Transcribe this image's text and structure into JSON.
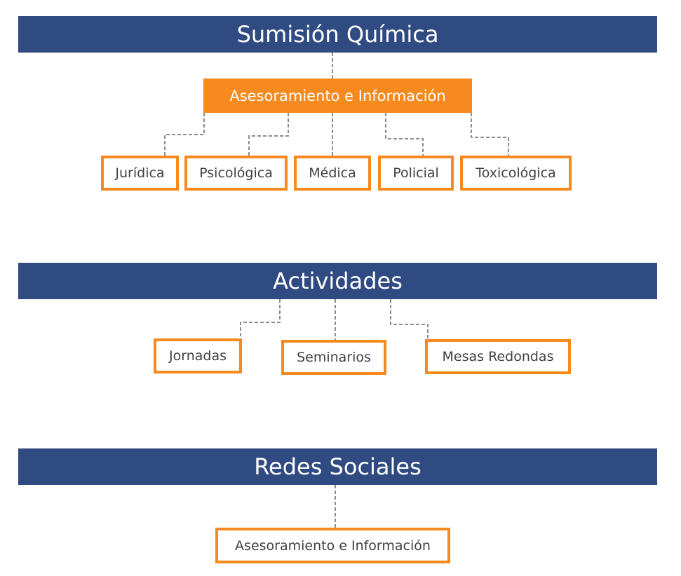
{
  "sections": [
    {
      "title": "Sumisión Química",
      "hub": "Asesoramiento e Información",
      "children": [
        "Jurídica",
        "Psicológica",
        "Médica",
        "Policial",
        "Toxicológica"
      ]
    },
    {
      "title": "Actividades",
      "children": [
        "Jornadas",
        "Seminarios",
        "Mesas Redondas"
      ]
    },
    {
      "title": "Redes Sociales",
      "children": [
        "Asesoramiento e Información"
      ]
    }
  ],
  "colors": {
    "banner": "#304a82",
    "accent": "#f68a1e",
    "text": "#404040",
    "connector": "#8c8c8c"
  }
}
